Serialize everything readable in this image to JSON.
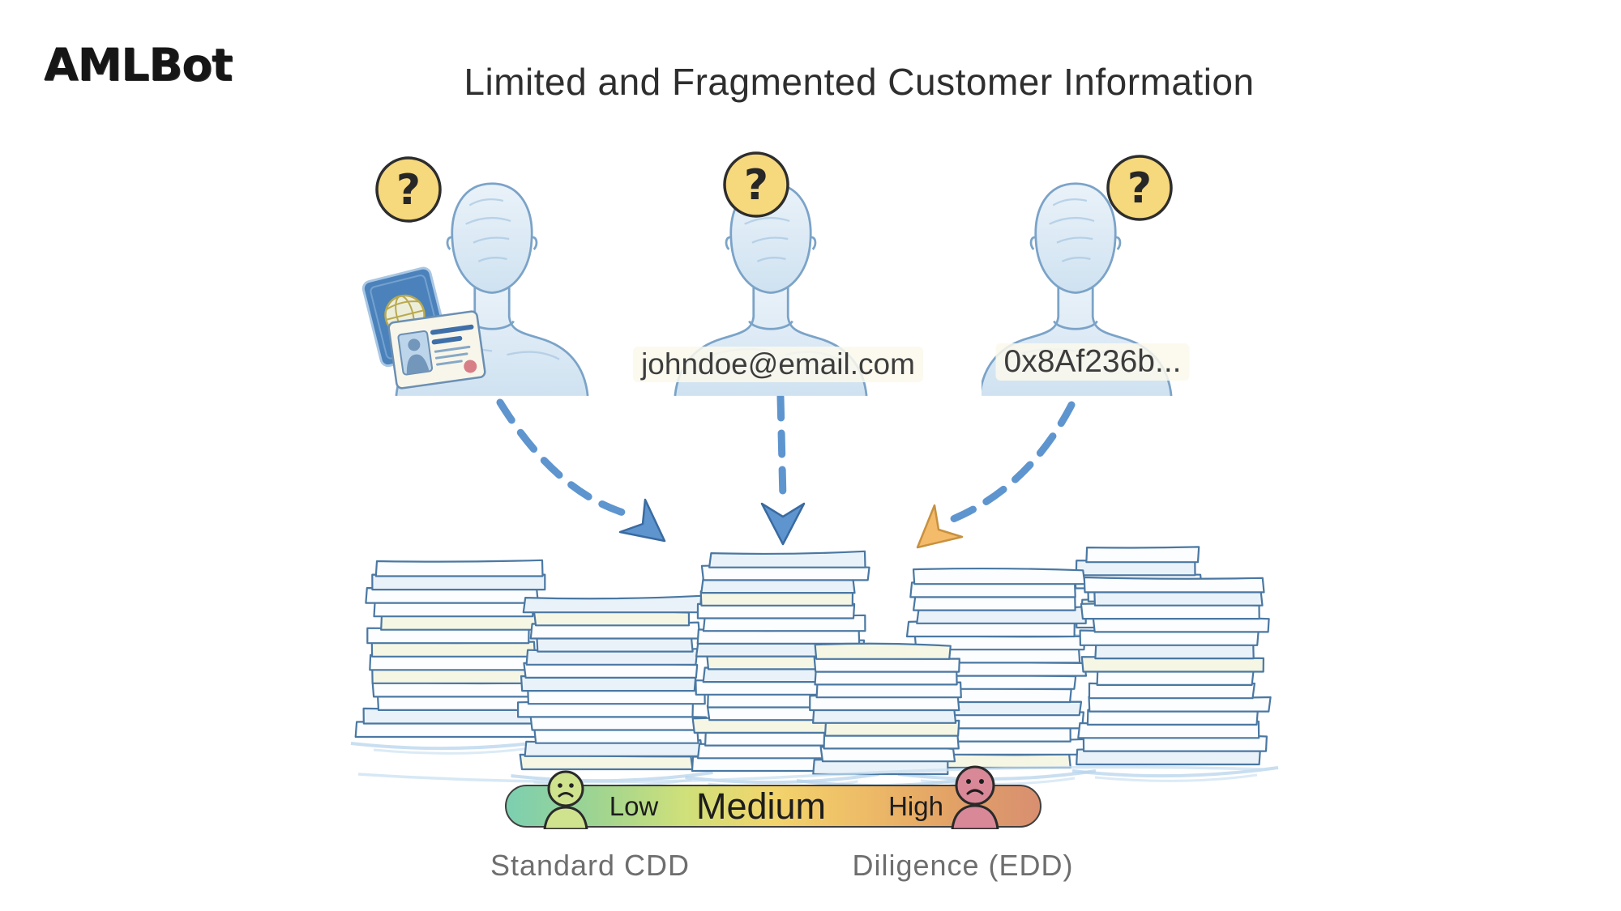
{
  "brand": {
    "name": "AMLBot"
  },
  "header": {
    "title": "Limited and Fragmented Customer Information"
  },
  "persons": [
    {
      "name": "identity-documents-person",
      "question_mark": "?"
    },
    {
      "name": "email-only-person",
      "question_mark": "?",
      "label": "johndoe@email.com"
    },
    {
      "name": "wallet-only-person",
      "question_mark": "?",
      "label": "0x8Af236b..."
    }
  ],
  "risk_scale": {
    "low_label": "Low",
    "medium_label": "Medium",
    "high_label": "High",
    "left_caption": "Standard CDD",
    "right_caption": "Diligence (EDD)",
    "gradient": [
      "#7ccfb1",
      "#9ed491",
      "#cfe07a",
      "#f2d46c",
      "#eebc67",
      "#e2a266",
      "#d88f70"
    ]
  },
  "colors": {
    "question_badge": "#f6d87d",
    "arrow_blue": "#5e95cf",
    "arrow_blue_dark": "#3a6aa0",
    "arrow_orange": "#f4bb6a",
    "arrow_orange_dark": "#c8913f",
    "sketch_outline": "#7ba3c8"
  }
}
